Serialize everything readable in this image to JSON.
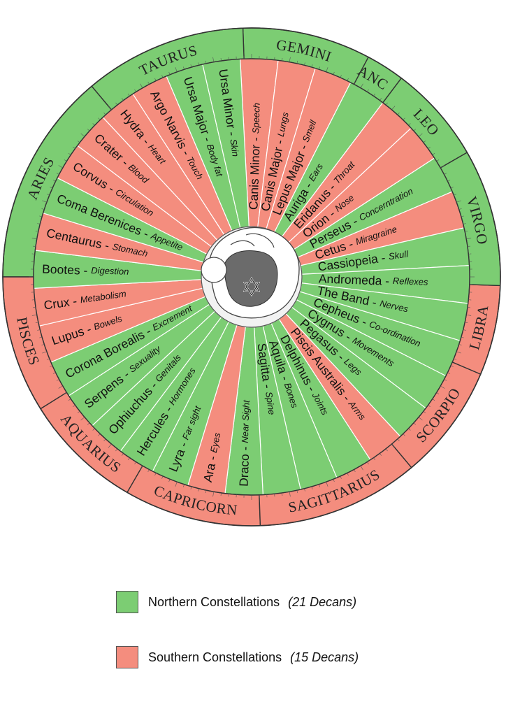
{
  "colors": {
    "north": "#7ccd73",
    "south": "#f48d7e",
    "rim_line": "#333333",
    "center_fill": "#f2f2f2"
  },
  "center_symbol": "star-of-david-icon",
  "zodiac": [
    {
      "sign": "GEMINI",
      "hemisphere": "north",
      "from_deg": 62,
      "to_deg": 92
    },
    {
      "sign": "TAURUS",
      "hemisphere": "north",
      "from_deg": 92,
      "to_deg": 130
    },
    {
      "sign": "ARIES",
      "hemisphere": "north",
      "from_deg": 130,
      "to_deg": 180
    },
    {
      "sign": "PISCES",
      "hemisphere": "south",
      "from_deg": 180,
      "to_deg": 212
    },
    {
      "sign": "AQUARIUS",
      "hemisphere": "south",
      "from_deg": 212,
      "to_deg": 240
    },
    {
      "sign": "CAPRICORN",
      "hemisphere": "south",
      "from_deg": 240,
      "to_deg": 272
    },
    {
      "sign": "SAGITTARIUS",
      "hemisphere": "south",
      "from_deg": 272,
      "to_deg": 310
    },
    {
      "sign": "SCORPIO",
      "hemisphere": "south",
      "from_deg": 310,
      "to_deg": 337
    },
    {
      "sign": "LIBRA",
      "hemisphere": "south",
      "from_deg": 337,
      "to_deg": 358
    },
    {
      "sign": "VIRGO",
      "hemisphere": "north",
      "from_deg": 358,
      "to_deg": 390
    },
    {
      "sign": "LEO",
      "hemisphere": "north",
      "from_deg": 390,
      "to_deg": 413
    },
    {
      "sign": "CANCER",
      "hemisphere": "north",
      "from_deg": 413,
      "to_deg": 422
    }
  ],
  "decans": [
    {
      "name": "Canis Minor",
      "body": "Speech",
      "hemisphere": "south"
    },
    {
      "name": "Canis Major",
      "body": "Lungs",
      "hemisphere": "south"
    },
    {
      "name": "Lepus Major",
      "body": "Smell",
      "hemisphere": "south"
    },
    {
      "name": "Auriga",
      "body": "Ears",
      "hemisphere": "north"
    },
    {
      "name": "Eridanus",
      "body": "Throat",
      "hemisphere": "south"
    },
    {
      "name": "Orion",
      "body": "Nose",
      "hemisphere": "south"
    },
    {
      "name": "Perseus",
      "body": "Concerntration",
      "hemisphere": "north"
    },
    {
      "name": "Cetus",
      "body": "Miragraine",
      "hemisphere": "south"
    },
    {
      "name": "Cassiopeia",
      "body": "Skull",
      "hemisphere": "north"
    },
    {
      "name": "Andromeda",
      "body": "Reflexes",
      "hemisphere": "north"
    },
    {
      "name": "The Band",
      "body": "Nerves",
      "hemisphere": "north"
    },
    {
      "name": "Cepheus",
      "body": "Co-ordination",
      "hemisphere": "north"
    },
    {
      "name": "Cygnus",
      "body": "Movements",
      "hemisphere": "north"
    },
    {
      "name": "Pegasus",
      "body": "Legs",
      "hemisphere": "north"
    },
    {
      "name": "Piscis Australis",
      "body": "Arms",
      "hemisphere": "south"
    },
    {
      "name": "Delphinus",
      "body": "Joints",
      "hemisphere": "north"
    },
    {
      "name": "Aquila",
      "body": "Bones",
      "hemisphere": "north"
    },
    {
      "name": "Sagitta",
      "body": "Spine",
      "hemisphere": "north"
    },
    {
      "name": "Draco",
      "body": "Near Sight",
      "hemisphere": "north"
    },
    {
      "name": "Ara",
      "body": "Eyes",
      "hemisphere": "south"
    },
    {
      "name": "Lyra",
      "body": "Far sight",
      "hemisphere": "north"
    },
    {
      "name": "Hercules",
      "body": "Hormones",
      "hemisphere": "north"
    },
    {
      "name": "Ophiuchus",
      "body": "Genitals",
      "hemisphere": "north"
    },
    {
      "name": "Serpens",
      "body": "Sexuality",
      "hemisphere": "north"
    },
    {
      "name": "Corona Borealis",
      "body": "Excrement",
      "hemisphere": "north"
    },
    {
      "name": "Lupus",
      "body": "Bowels",
      "hemisphere": "south"
    },
    {
      "name": "Crux",
      "body": "Metabolism",
      "hemisphere": "south"
    },
    {
      "name": "Bootes",
      "body": "Digestion",
      "hemisphere": "north"
    },
    {
      "name": "Centaurus",
      "body": "Stomach",
      "hemisphere": "south"
    },
    {
      "name": "Coma Berenices",
      "body": "Appetite",
      "hemisphere": "north"
    },
    {
      "name": "Corvus",
      "body": "Circulation",
      "hemisphere": "south"
    },
    {
      "name": "Crater",
      "body": "Blood",
      "hemisphere": "south"
    },
    {
      "name": "Hydra",
      "body": "Heart",
      "hemisphere": "south"
    },
    {
      "name": "Argo Narvis",
      "body": "Touch",
      "hemisphere": "south"
    },
    {
      "name": "Ursa Major",
      "body": "Body fat",
      "hemisphere": "north"
    },
    {
      "name": "Ursa Minor",
      "body": "Skin",
      "hemisphere": "north"
    }
  ],
  "legend": [
    {
      "label": "Northern Constellations",
      "count": "(21 Decans)",
      "hemisphere": "north"
    },
    {
      "label": "Southern Constellations",
      "count": "(15 Decans)",
      "hemisphere": "south"
    }
  ]
}
